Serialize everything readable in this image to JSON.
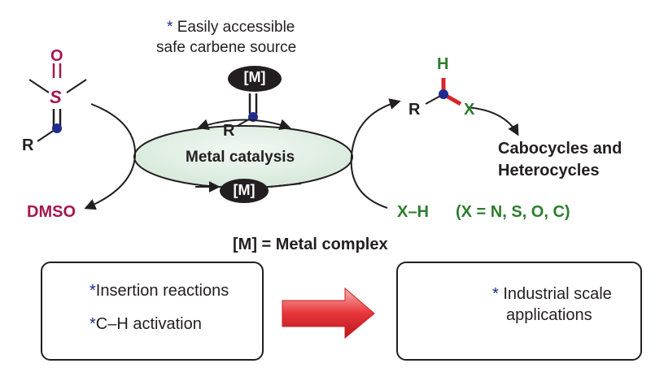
{
  "carbene_note": {
    "star": "*",
    "line1": "Easily accessible",
    "line2": "safe carbene source"
  },
  "metal_label": "[M]",
  "atoms": {
    "oxygen": "O",
    "sulfur": "S",
    "r": "R",
    "hydrogen": "H",
    "x": "X"
  },
  "catalysis_label": "Metal catalysis",
  "dmso_label": "DMSO",
  "xh_label": "X–H",
  "x_def_label": "(X = N, S, O, C)",
  "products": {
    "line1": "Cabocycles and",
    "line2": "Heterocycles"
  },
  "metal_def_label": "[M] = Metal complex",
  "left_box": {
    "star": "*",
    "item1": "Insertion reactions",
    "item2": "C–H activation"
  },
  "right_box": {
    "star": "*",
    "line1": "Industrial scale",
    "line2": "applications"
  },
  "colors": {
    "maroon": "#a3174f",
    "green": "#2d7d2e",
    "navy": "#1f2c8f",
    "red": "#d8252b",
    "ellipse": "#e3f0e6",
    "dark": "#231f20"
  }
}
